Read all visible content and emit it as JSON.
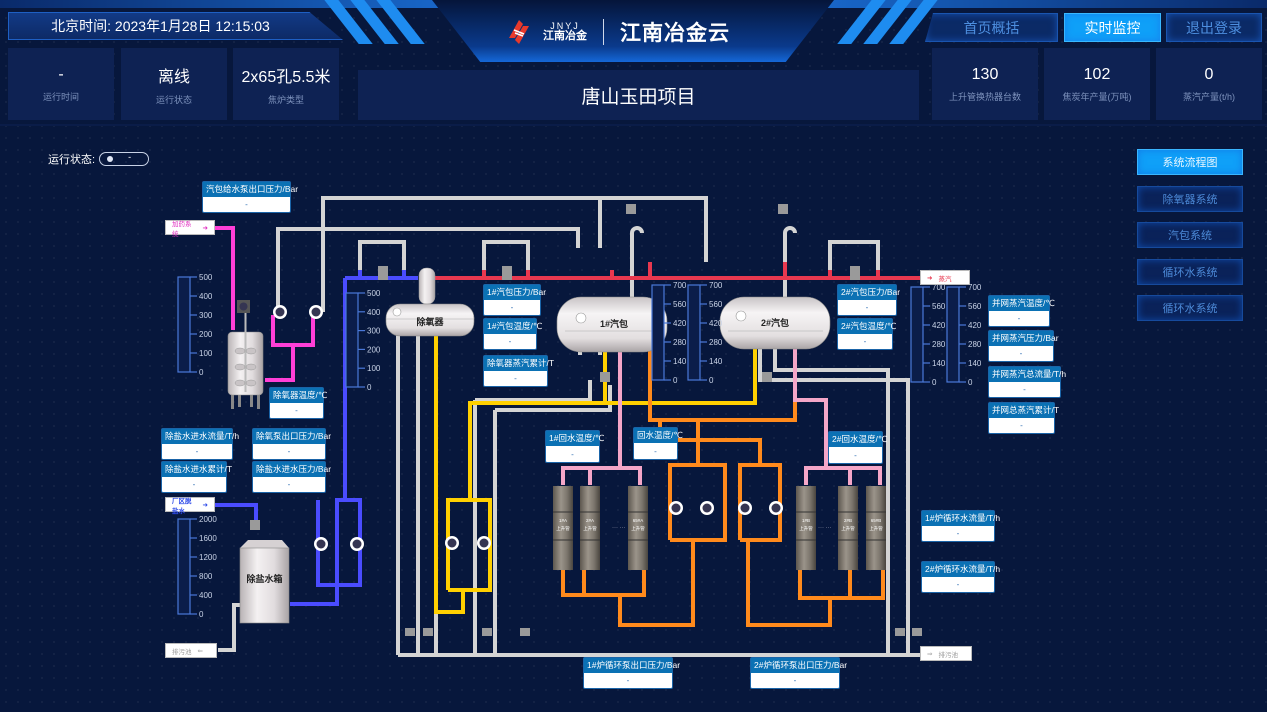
{
  "header": {
    "clock": "北京时间: 2023年1月28日 12:15:03",
    "brand": {
      "logo_en": "JNYJ",
      "logo_cn": "江南冶金",
      "title": "江南冶金云"
    },
    "nav": [
      {
        "label": "首页概括",
        "active": false
      },
      {
        "label": "实时监控",
        "active": true
      },
      {
        "label": "退出登录",
        "active": false
      }
    ]
  },
  "stats_left": [
    {
      "value": "-",
      "label": "运行时间"
    },
    {
      "value": "离线",
      "label": "运行状态"
    },
    {
      "value": "2x65孔5.5米",
      "label": "焦炉类型"
    }
  ],
  "project_name": "唐山玉田项目",
  "stats_right": [
    {
      "value": "130",
      "label": "上升管换热器台数"
    },
    {
      "value": "102",
      "label": "焦炭年产量(万吨)"
    },
    {
      "value": "0",
      "label": "蒸汽产量(t/h)"
    }
  ],
  "run_status": {
    "label": "运行状态:",
    "value": "-"
  },
  "side_menu": [
    {
      "label": "系统流程图",
      "active": true
    },
    {
      "label": "除氧器系统",
      "active": false
    },
    {
      "label": "汽包系统",
      "active": false
    },
    {
      "label": "循环水系统",
      "active": false
    },
    {
      "label": "循环水系统",
      "active": false
    }
  ],
  "readouts": {
    "drum_feed_pump_pressure": {
      "label": "汽包给水泵出口压力/Bar",
      "value": "-"
    },
    "deaerator_temp": {
      "label": "除氧器温度/℃",
      "value": "-"
    },
    "desalt_inflow_rate": {
      "label": "除盐水进水流量/T/h",
      "value": "-"
    },
    "deaerator_pump_pressure": {
      "label": "除氧泵出口压力/Bar",
      "value": "-"
    },
    "desalt_inflow_total": {
      "label": "除盐水进水累计/T",
      "value": "-"
    },
    "desalt_inflow_pressure": {
      "label": "除盐水进水压力/Bar",
      "value": "-"
    },
    "drum1_pressure": {
      "label": "1#汽包压力/Bar",
      "value": "-"
    },
    "drum1_temp": {
      "label": "1#汽包温度/℃",
      "value": "-"
    },
    "deaerator_steam_total": {
      "label": "除氧器蒸汽累计/T",
      "value": "-"
    },
    "drum2_pressure": {
      "label": "2#汽包压力/Bar",
      "value": "-"
    },
    "drum2_temp": {
      "label": "2#汽包温度/℃",
      "value": "-"
    },
    "grid_steam_temp": {
      "label": "并网蒸汽温度/℃",
      "value": "-"
    },
    "grid_steam_pressure": {
      "label": "并网蒸汽压力/Bar",
      "value": "-"
    },
    "grid_steam_flow": {
      "label": "并网蒸汽总流量/T/h",
      "value": "-"
    },
    "grid_steam_total": {
      "label": "并网总蒸汽累计/T",
      "value": "-"
    },
    "return1_temp": {
      "label": "1#回水温度/℃",
      "value": "-"
    },
    "return_temp": {
      "label": "回水温度/℃",
      "value": "-"
    },
    "return2_temp": {
      "label": "2#回水温度/℃",
      "value": "-"
    },
    "circ1_flow": {
      "label": "1#炉循环水流量/T/h",
      "value": "-"
    },
    "circ2_flow": {
      "label": "2#炉循环水流量/T/h",
      "value": "-"
    },
    "circ1_pump_pressure": {
      "label": "1#炉循环泵出口压力/Bar",
      "value": "-"
    },
    "circ2_pump_pressure": {
      "label": "2#炉循环泵出口压力/Bar",
      "value": "-"
    }
  },
  "tags": {
    "dosing": "加药系统",
    "plant_water": "厂区脱盐水",
    "drain_left": "排污池",
    "steam_out": "蒸汽",
    "drain_right": "排污池"
  },
  "equipment": {
    "deaerator": "除氧器",
    "drum1": "1#汽包",
    "drum2": "2#汽包",
    "desalt_tank": "除盐水箱",
    "riser_1a": [
      "1#A",
      "上升管"
    ],
    "riser_2a": [
      "2#A",
      "上升管"
    ],
    "riser_65a": [
      "65#A",
      "上升管"
    ],
    "riser_1b": [
      "1#B",
      "上升管"
    ],
    "riser_2b": [
      "2#B",
      "上升管"
    ],
    "riser_65b": [
      "65#B",
      "上升管"
    ],
    "ellipsis": "··· ···"
  },
  "gauges": [
    {
      "id": "mixer-level",
      "ticks": [
        "500",
        "400",
        "300",
        "200",
        "100",
        "0"
      ],
      "value": 0
    },
    {
      "id": "deaerator-level",
      "ticks": [
        "500",
        "400",
        "300",
        "200",
        "100",
        "0"
      ],
      "value": 0
    },
    {
      "id": "desalt-tank-level",
      "ticks": [
        "2000",
        "1600",
        "1200",
        "800",
        "400",
        "0"
      ],
      "value": 0
    },
    {
      "id": "drum1-level-a",
      "ticks": [
        "700",
        "560",
        "420",
        "280",
        "140",
        "0"
      ],
      "value": 0
    },
    {
      "id": "drum1-level-b",
      "ticks": [
        "700",
        "560",
        "420",
        "280",
        "140",
        "0"
      ],
      "value": 0
    },
    {
      "id": "drum2-level-a",
      "ticks": [
        "700",
        "560",
        "420",
        "280",
        "140",
        "0"
      ],
      "value": 0
    },
    {
      "id": "drum2-level-b",
      "ticks": [
        "700",
        "560",
        "420",
        "280",
        "140",
        "0"
      ],
      "value": 0
    }
  ],
  "colors": {
    "accent": "#0fa0f8",
    "steam_pipe": "#e8384f",
    "feed_pipe": "#4a4cff",
    "dosing_pipe": "#ff3fd7",
    "yellow_pipe": "#ffd000",
    "orange_pipe": "#ff8a1c",
    "pink_pipe": "#f4a6c8",
    "grey_pipe": "#d8d8d8"
  }
}
